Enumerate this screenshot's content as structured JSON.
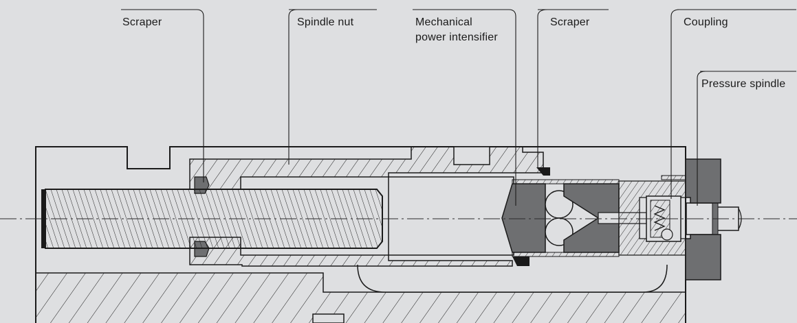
{
  "labels": {
    "scraper_left": "Scraper",
    "spindle_nut": "Spindle nut",
    "mech_line1": "Mechanical",
    "mech_line2": "power intensifier",
    "scraper_right": "Scraper",
    "coupling": "Coupling",
    "pressure_spindle": "Pressure spindle"
  },
  "colors": {
    "background": "#dedfe1",
    "line": "#1a1a1a",
    "solid_part": "#6e6f71",
    "centerline": "#2a2a2a"
  }
}
